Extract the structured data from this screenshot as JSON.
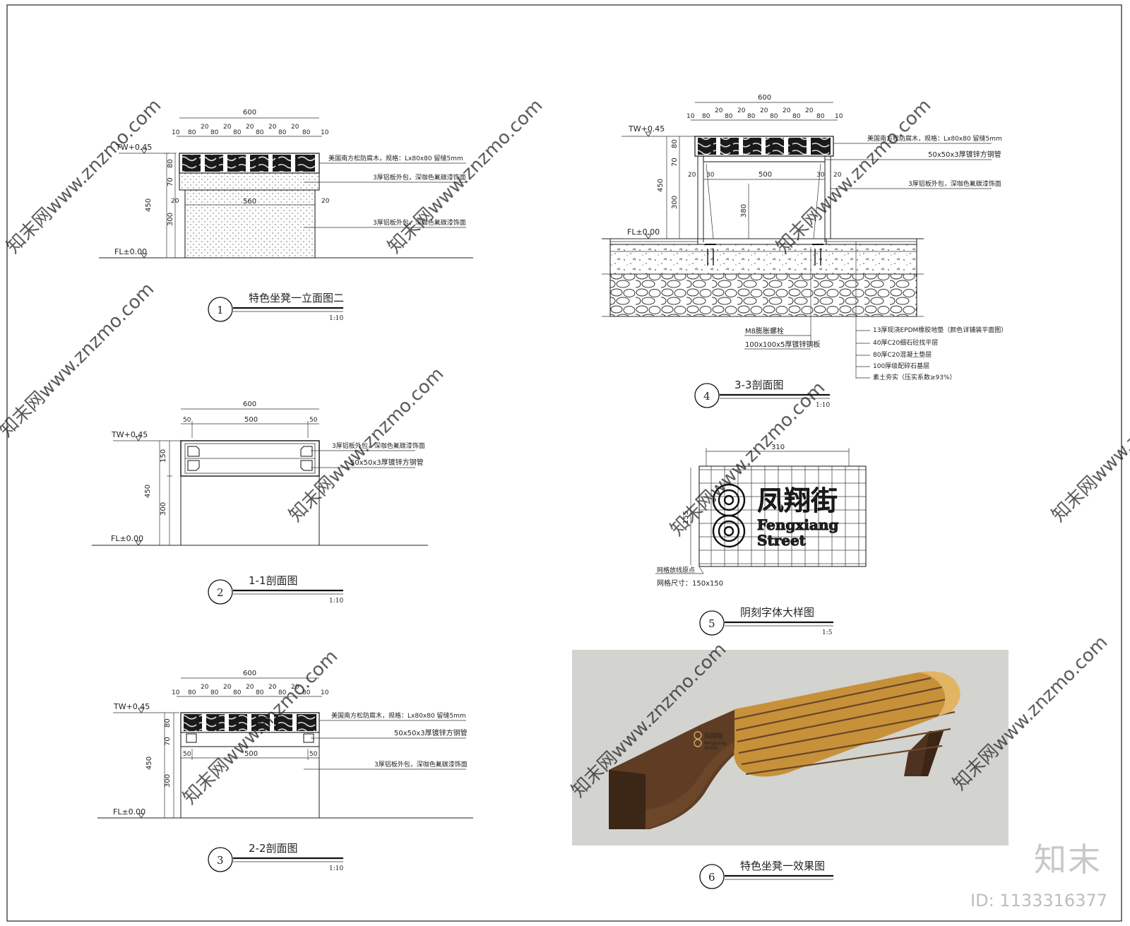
{
  "colors": {
    "wood": "#c7913a",
    "wood_light": "#e2b565",
    "body_dark": "#5a3a22",
    "render_bg": "#d3d3cf",
    "line": "#222222"
  },
  "common": {
    "tw": "TW+0.45",
    "fl": "FL±0.00",
    "note_wood": "美国南方松防腐木，规格：Lx80x80  留缝5mm",
    "note_alu": "3厚铝板外包，深咖色氟碳漆饰面",
    "note_steel": "50x50x3厚镀锌方钢管"
  },
  "dims": {
    "d600": "600",
    "d560": "560",
    "d500": "500",
    "d450": "450",
    "d380": "380",
    "d300": "300",
    "d310": "310",
    "d155": "155",
    "d150": "150",
    "d80": "80",
    "d70": "70",
    "d50": "50",
    "d30": "30",
    "d20": "20",
    "d10": "10"
  },
  "views": {
    "v1": {
      "num": "1",
      "title": "特色坐凳一立面图二",
      "scale": "1:10"
    },
    "v2": {
      "num": "2",
      "title": "1-1剖面图",
      "scale": "1:10"
    },
    "v3": {
      "num": "3",
      "title": "2-2剖面图",
      "scale": "1:10"
    },
    "v4": {
      "num": "4",
      "title": "3-3剖面图",
      "scale": "1:10"
    },
    "v5": {
      "num": "5",
      "title": "阴刻字体大样图",
      "scale": "1:5"
    },
    "v6": {
      "num": "6",
      "title": "特色坐凳一效果图"
    }
  },
  "section33_notes": {
    "bolt": "M8膨胀螺栓",
    "plate": "100x100x5厚镀锌钢板",
    "layers": [
      "13厚现浇EPDM橡胶地垫（颜色详铺装平面图）",
      "40厚C20细石砼找平层",
      "80厚C20混凝土垫层",
      "100厚级配碎石基层",
      "素土夯实（压实系数≥93%）"
    ]
  },
  "engraving": {
    "chinese": "凤翔街",
    "english_1": "Fengxiang",
    "english_2": "Street",
    "grid_origin": "网格放线原点",
    "grid_size": "网格尺寸：150x150"
  },
  "render": {
    "logo_cn": "凤翔街",
    "logo_en_1": "Fengxiang",
    "logo_en_2": "Street"
  },
  "watermark": {
    "text": "知末网www.znzmo.com",
    "brand": "知末",
    "image_id": "ID: 1133316377"
  }
}
